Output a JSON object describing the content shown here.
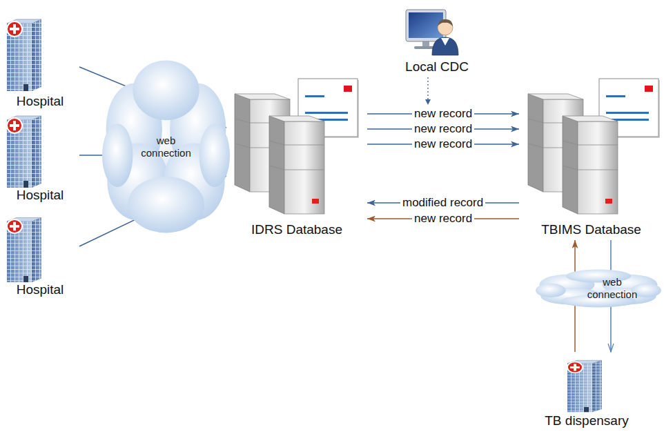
{
  "diagram": {
    "nodes": [
      {
        "text": [
          "Hospital"
        ]
      },
      {
        "text": [
          "Hospital"
        ]
      },
      {
        "text": [
          "Hospital"
        ]
      },
      {
        "text": [
          "web connection"
        ]
      },
      {
        "text": [
          "Local CDC"
        ]
      },
      {
        "text": [
          "IDRS Database"
        ]
      },
      {
        "text": [
          "TBIMS Database"
        ]
      },
      {
        "text": [
          "web connection"
        ]
      },
      {
        "text": [
          "TB dispensary"
        ]
      }
    ],
    "edges": [
      {
        "from": 0,
        "to": 5,
        "arrow": "to"
      },
      {
        "from": 1,
        "to": 5,
        "arrow": "to"
      },
      {
        "from": 2,
        "to": 5,
        "arrow": "to"
      },
      {
        "from": 5,
        "to": 6,
        "label": "new record",
        "arrow": "to"
      },
      {
        "from": 5,
        "to": 6,
        "label": "new record",
        "arrow": "to"
      },
      {
        "from": 5,
        "to": 6,
        "label": "new record",
        "arrow": "to"
      },
      {
        "from": 6,
        "to": 5,
        "label": "modified record",
        "arrow": "to"
      },
      {
        "from": 6,
        "to": 5,
        "label": "new record",
        "arrow": "to"
      },
      {
        "from": 8,
        "to": 6,
        "arrow": "to"
      },
      {
        "from": 6,
        "to": 8,
        "arrow": "to"
      }
    ]
  }
}
